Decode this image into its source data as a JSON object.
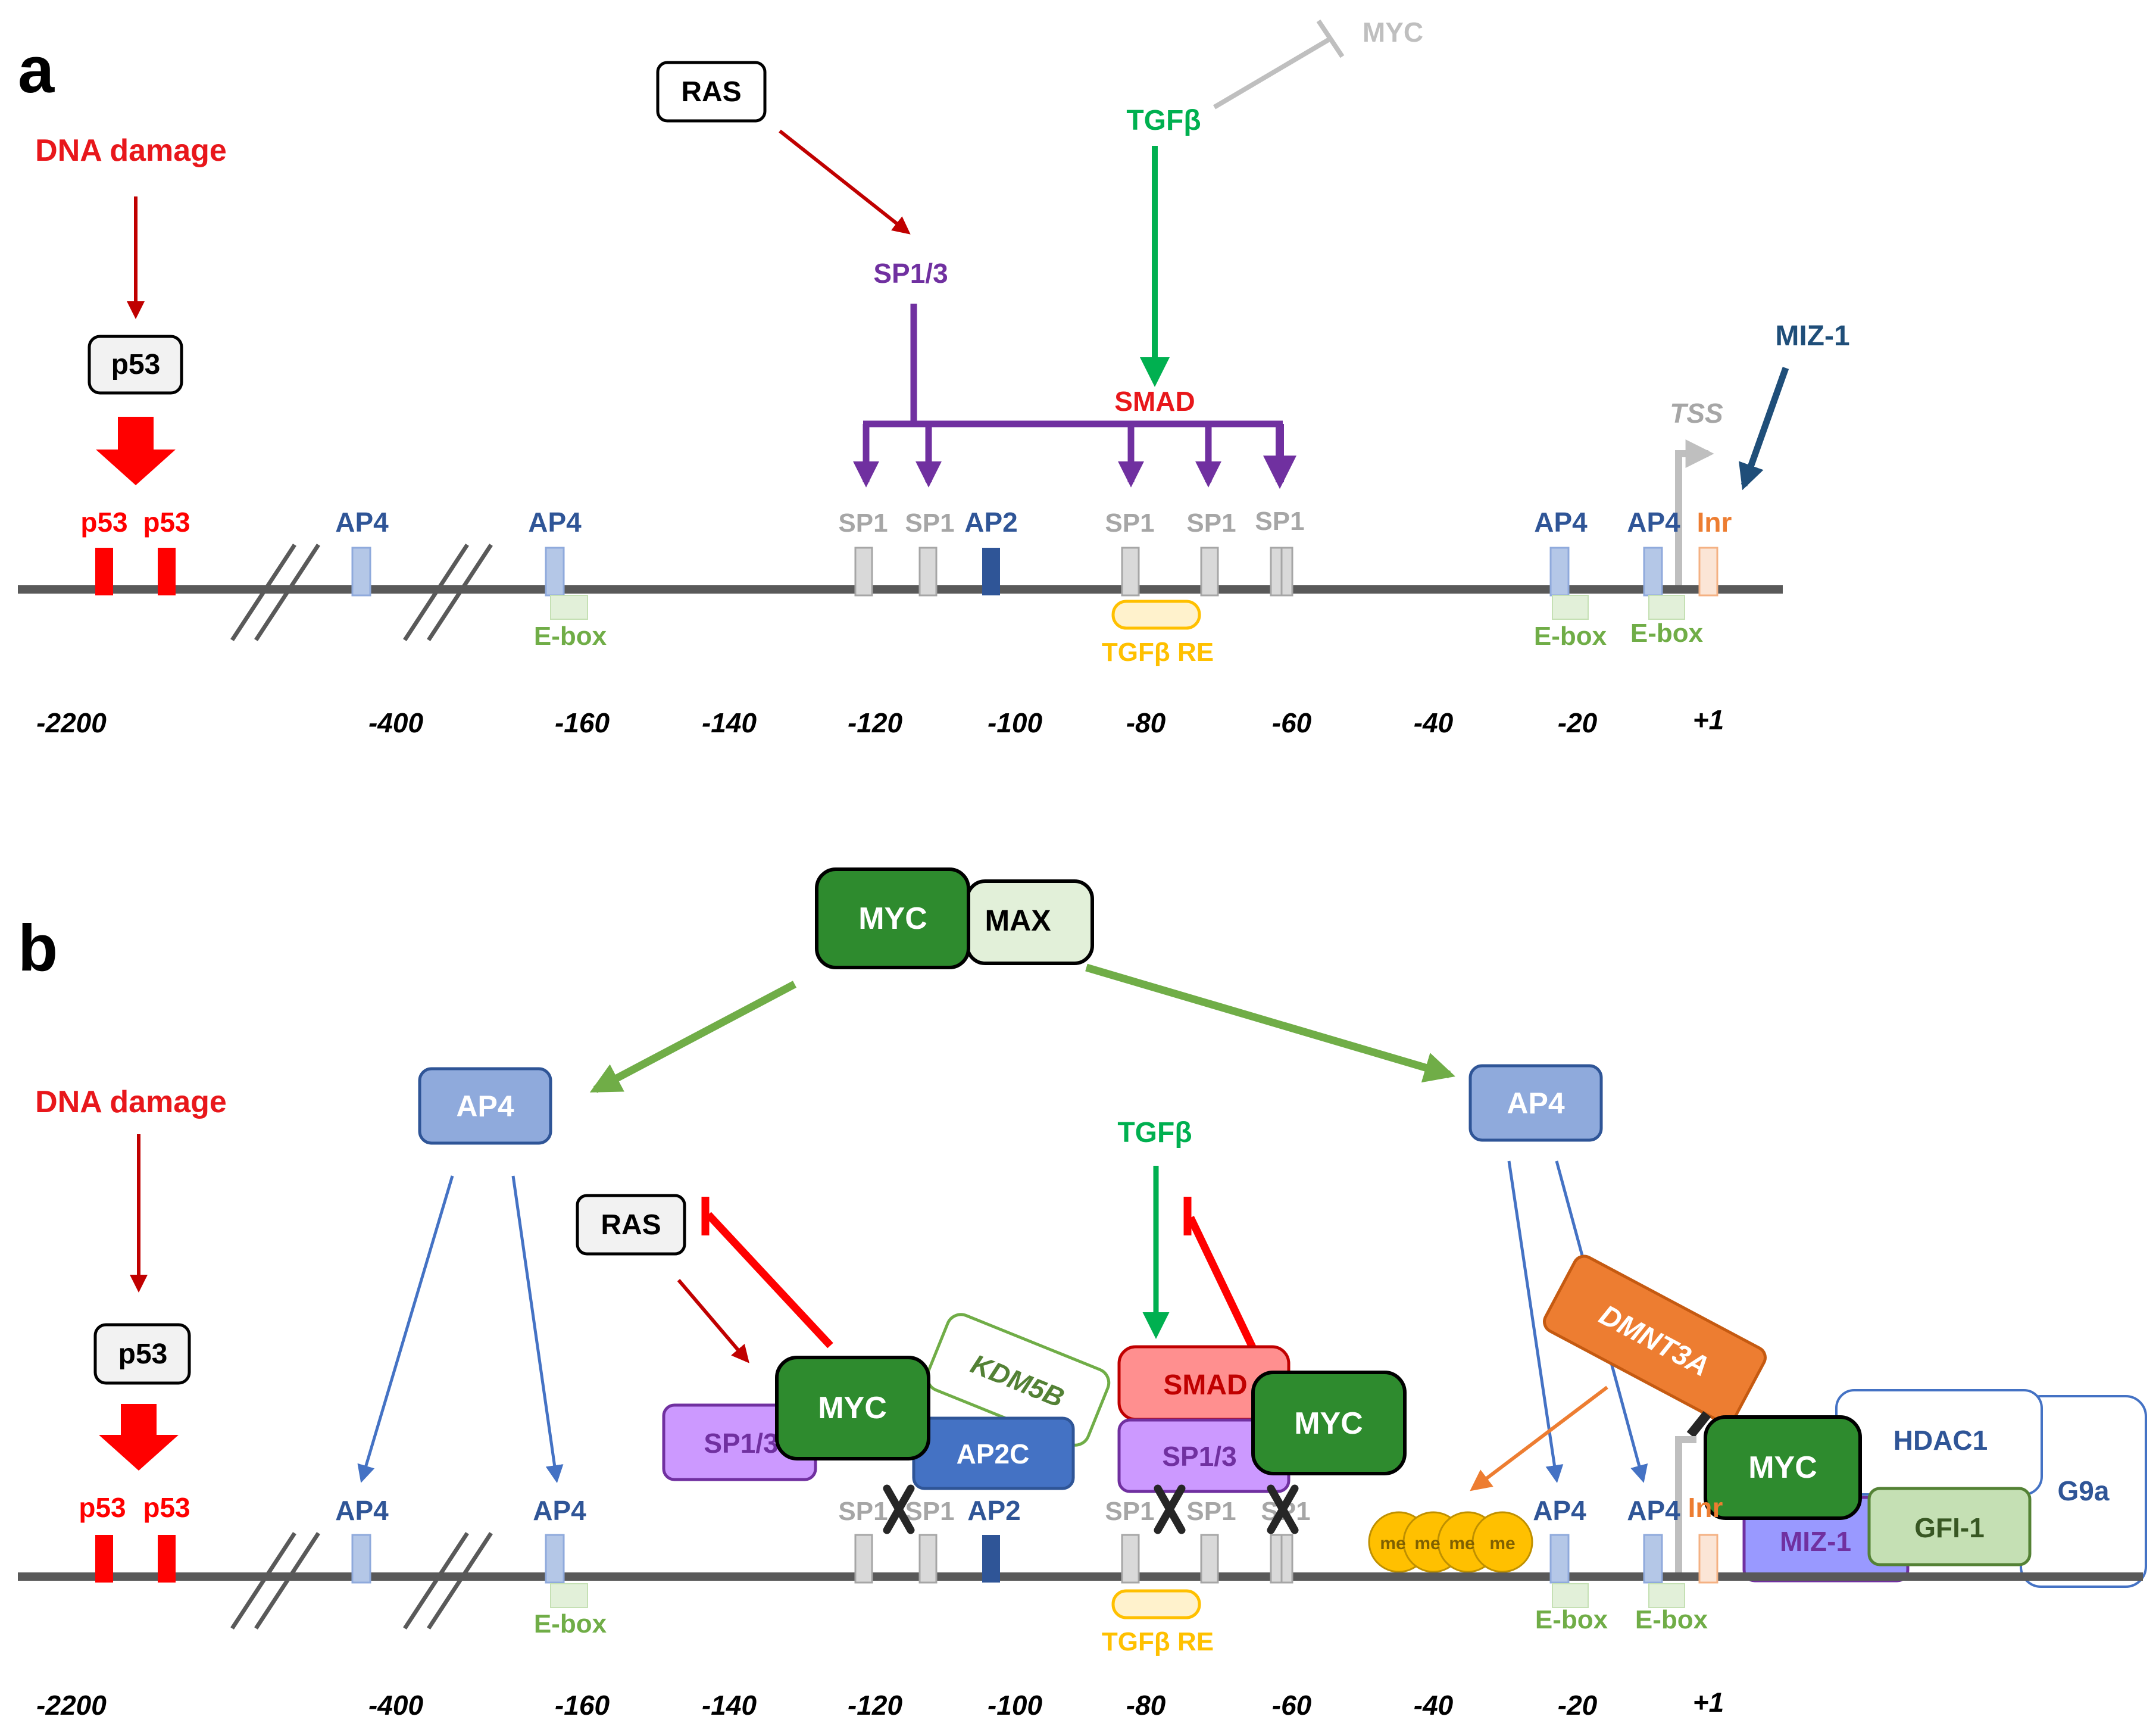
{
  "panels": {
    "a": {
      "label": "a",
      "dna_damage": "DNA damage",
      "p53_box": "p53",
      "p53_sites": [
        "p53",
        "p53"
      ],
      "ras": "RAS",
      "sp13": "SP1/3",
      "tgfb": "TGFβ",
      "myc_inhibited": "MYC",
      "smad": "SMAD",
      "miz1": "MIZ-1",
      "tss": "TSS",
      "inr": "Inr",
      "ap4_labels": [
        "AP4",
        "AP4",
        "AP4",
        "AP4"
      ],
      "sp1_labels": [
        "SP1",
        "SP1",
        "SP1",
        "SP1",
        "SP1"
      ],
      "ap2": "AP2",
      "ebox_labels": [
        "E-box",
        "E-box",
        "E-box"
      ],
      "tgfb_re": "TGFβ RE",
      "positions": [
        "-2200",
        "-400",
        "-160",
        "-140",
        "-120",
        "-100",
        "-80",
        "-60",
        "-40",
        "-20",
        "+1"
      ]
    },
    "b": {
      "label": "b",
      "myc": "MYC",
      "max": "MAX",
      "ap4_box_left": "AP4",
      "ap4_box_right": "AP4",
      "dna_damage": "DNA damage",
      "p53_box": "p53",
      "p53_sites": [
        "p53",
        "p53"
      ],
      "ras": "RAS",
      "tgfb": "TGFβ",
      "sp13_left": "SP1/3",
      "myc_left": "MYC",
      "kdm5b": "KDM5B",
      "ap2c": "AP2C",
      "smad": "SMAD",
      "sp13_mid": "SP1/3",
      "myc_mid": "MYC",
      "dnmt3a": "DMNT3A",
      "me_labels": [
        "me",
        "me",
        "me",
        "me"
      ],
      "myc_right": "MYC",
      "hdac1": "HDAC1",
      "g9a": "G9a",
      "miz1": "MIZ-1",
      "gfi1": "GFI-1",
      "ap4_labels": [
        "AP4",
        "AP4",
        "AP4",
        "AP4"
      ],
      "sp1_labels": [
        "SP1",
        "SP1",
        "SP1",
        "SP1",
        "SP1"
      ],
      "ap2": "AP2",
      "inr": "Inr",
      "ebox_labels": [
        "E-box",
        "E-box",
        "E-box"
      ],
      "tgfb_re": "TGFβ RE",
      "positions": [
        "-2200",
        "-400",
        "-160",
        "-140",
        "-120",
        "-100",
        "-80",
        "-60",
        "-40",
        "-20",
        "+1"
      ]
    }
  },
  "colors": {
    "red": "#e8171b",
    "dark_red": "#c00000",
    "purple": "#7030a0",
    "green": "#00b050",
    "light_green": "#70ad47",
    "blue_text": "#2f5597",
    "navy": "#1f4e79",
    "orange": "#ed7d31",
    "gold": "#ffc000",
    "gray": "#a6a6a6",
    "dna": "#595959"
  }
}
